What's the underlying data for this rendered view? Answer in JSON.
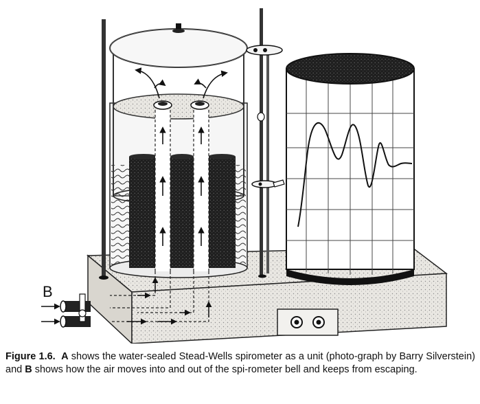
{
  "figure": {
    "label_b": "B"
  },
  "caption": {
    "fig_label": "Figure 1.6.",
    "part_a_letter": "A",
    "part_a_text": " shows the water-sealed Stead-Wells spirometer as a unit (photo-graph by Barry Silverstein) and ",
    "part_b_letter": "B",
    "part_b_text": " shows how the air moves into and out of the spi-rometer bell and keeps from escaping."
  }
}
